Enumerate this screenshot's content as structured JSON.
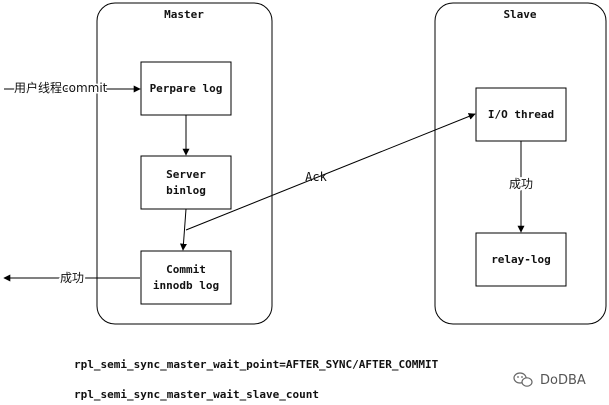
{
  "containers": {
    "master": {
      "title": "Master"
    },
    "slave": {
      "title": "Slave"
    }
  },
  "nodes": {
    "prepare_log": {
      "label": "Perpare log"
    },
    "server_binlog": {
      "line1": "Server",
      "line2": "binlog"
    },
    "commit_innodb": {
      "line1": "Commit",
      "line2": "innodb log"
    },
    "io_thread": {
      "label": "I/O thread"
    },
    "relay_log": {
      "label": "relay-log"
    }
  },
  "edge_labels": {
    "user_commit": "用户线程commit",
    "ack": "Ack",
    "success_slave": "成功",
    "success_return": "成功"
  },
  "footnotes": [
    "rpl_semi_sync_master_wait_point=AFTER_SYNC/AFTER_COMMIT",
    "rpl_semi_sync_master_wait_slave_count"
  ],
  "watermark": {
    "text": "DoDBA",
    "icon": "wechat-icon"
  }
}
